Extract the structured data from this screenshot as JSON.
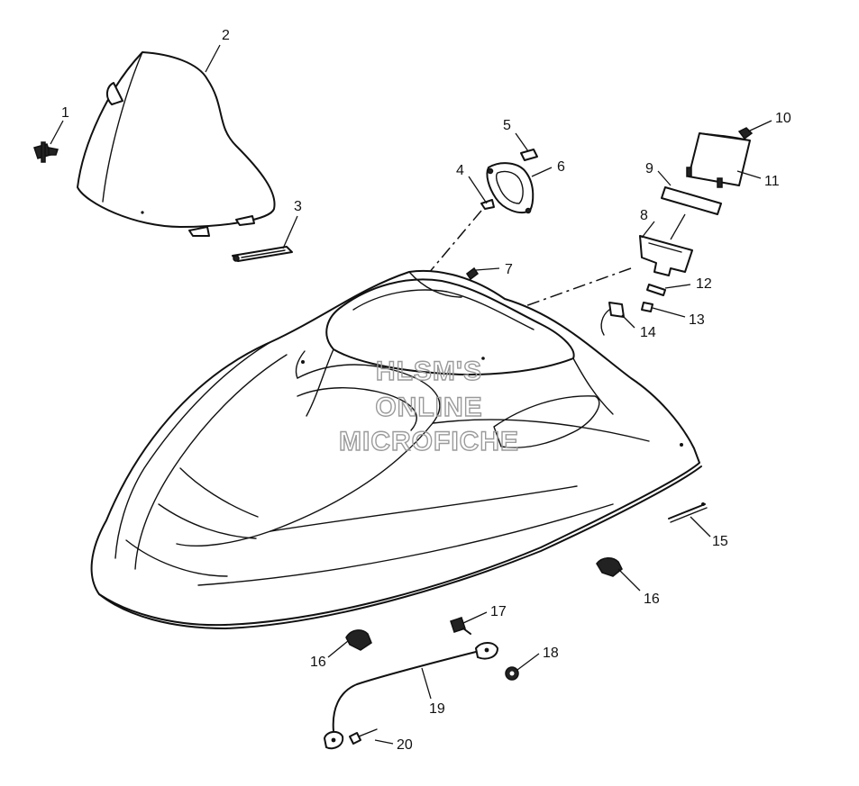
{
  "watermark": {
    "lines": [
      "HLSM'S",
      "ONLINE",
      "MICROFICHE"
    ]
  },
  "callouts": [
    {
      "id": "c1",
      "label": "1"
    },
    {
      "id": "c2",
      "label": "2"
    },
    {
      "id": "c3",
      "label": "3"
    },
    {
      "id": "c4",
      "label": "4"
    },
    {
      "id": "c5",
      "label": "5"
    },
    {
      "id": "c6",
      "label": "6"
    },
    {
      "id": "c7",
      "label": "7"
    },
    {
      "id": "c8",
      "label": "8"
    },
    {
      "id": "c9",
      "label": "9"
    },
    {
      "id": "c10",
      "label": "10"
    },
    {
      "id": "c11",
      "label": "11"
    },
    {
      "id": "c12",
      "label": "12"
    },
    {
      "id": "c13",
      "label": "13"
    },
    {
      "id": "c14",
      "label": "14"
    },
    {
      "id": "c15",
      "label": "15"
    },
    {
      "id": "c16a",
      "label": "16"
    },
    {
      "id": "c16b",
      "label": "16"
    },
    {
      "id": "c17",
      "label": "17"
    },
    {
      "id": "c18",
      "label": "18"
    },
    {
      "id": "c19",
      "label": "19"
    },
    {
      "id": "c20",
      "label": "20"
    }
  ]
}
